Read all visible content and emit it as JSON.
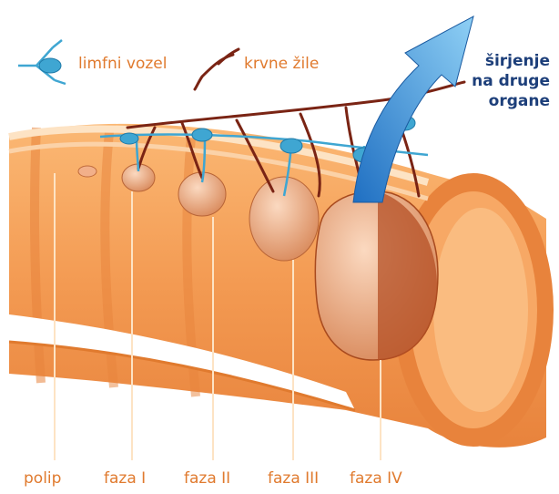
{
  "legend": {
    "lymph_node": "limfni vozel",
    "blood_vessels": "krvne žile"
  },
  "spread": [
    "širjenje",
    "na druge",
    "organe"
  ],
  "stages": {
    "polip": "polip",
    "faza1": "faza I",
    "faza2": "faza II",
    "faza3": "faza III",
    "faza4": "faza IV"
  },
  "colors": {
    "tissue": "#f39a52",
    "tissue_dark": "#d9732a",
    "tissue_light": "#fbc58c",
    "tumor": "#f0b48e",
    "tumor_dark": "#b44f24",
    "lymph": "#3fa6d2",
    "vessel": "#7a2414",
    "arrow": "#2f7fcf",
    "label_orange": "#e07a2e",
    "label_blue": "#1d3f7a"
  }
}
